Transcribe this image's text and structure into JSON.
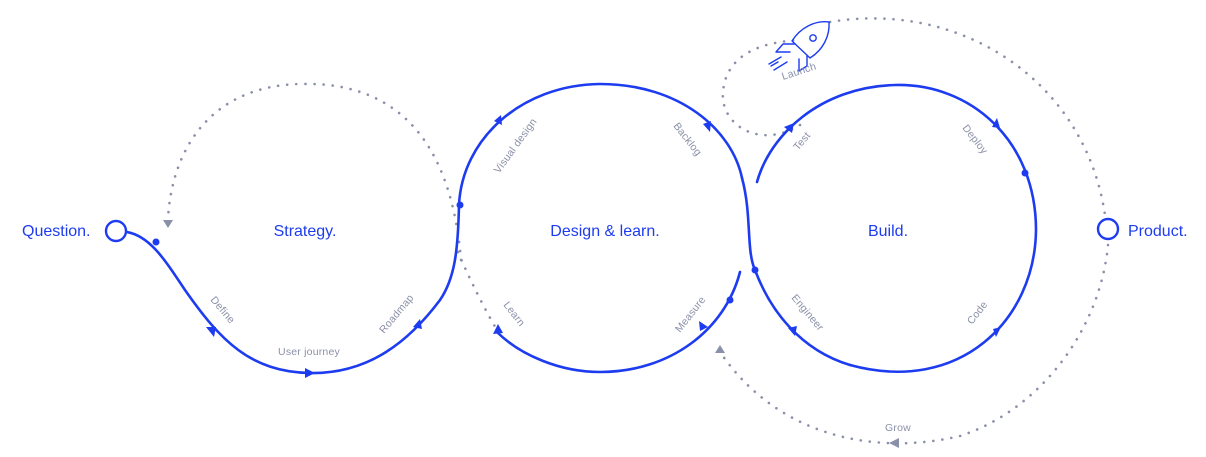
{
  "nodes": {
    "start": "Question.",
    "end": "Product."
  },
  "phases": {
    "strategy": "Strategy.",
    "design": "Design & learn.",
    "build": "Build."
  },
  "steps": {
    "define": "Define",
    "user_journey": "User journey",
    "roadmap": "Roadmap",
    "visual_design": "Visual design",
    "backlog": "Backlog",
    "learn": "Learn",
    "measure": "Measure",
    "engineer": "Engineer",
    "test": "Test",
    "deploy": "Deploy",
    "code": "Code",
    "launch": "Launch",
    "grow": "Grow"
  },
  "colors": {
    "accent": "#1d3cf0",
    "muted": "#8a90a8"
  },
  "icons": [
    "rocket-icon"
  ]
}
